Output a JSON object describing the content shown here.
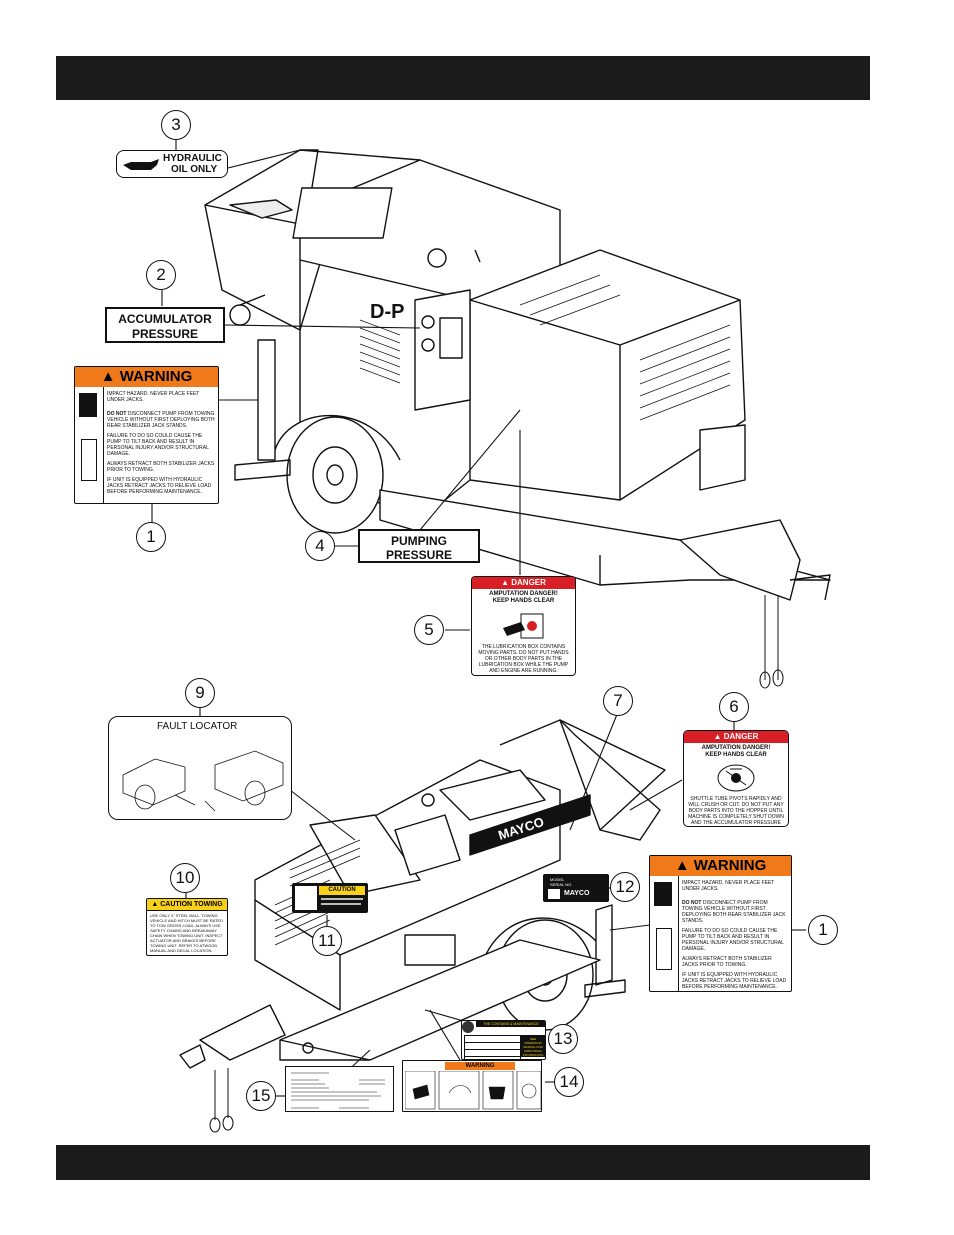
{
  "callouts": {
    "c1a": "1",
    "c1b": "1",
    "c2": "2",
    "c3": "3",
    "c4": "4",
    "c5": "5",
    "c6": "6",
    "c7": "7",
    "c9": "9",
    "c10": "10",
    "c11": "11",
    "c12": "12",
    "c13": "13",
    "c14": "14",
    "c15": "15"
  },
  "hydraulic": {
    "line1": "HYDRAULIC",
    "line2": "OIL ONLY"
  },
  "accumulator": {
    "line1": "ACCUMULATOR",
    "line2": "PRESSURE"
  },
  "pumping": {
    "line1": "PUMPING",
    "line2": "PRESSURE"
  },
  "warning": {
    "header": "WARNING",
    "item1": "IMPACT HAZARD. NEVER PLACE FEET UNDER JACKS.",
    "item2a": "DO NOT",
    "item2b": " DISCONNECT PUMP FROM TOWING VEHICLE WITHOUT FIRST DEPLOYING BOTH REAR STABILIZER JACK STANDS.",
    "item3": "FAILURE TO DO SO COULD CAUSE THE PUMP TO TILT BACK AND RESULT IN PERSONAL INJURY AND/OR STRUCTURAL DAMAGE.",
    "item4": "ALWAYS RETRACT BOTH STABILIZER JACKS PRIOR TO TOWING.",
    "item5": "IF UNIT IS EQUIPPED WITH HYDRAULIC JACKS RETRACT JACKS TO RELIEVE LOAD BEFORE PERFORMING MAINTENANCE."
  },
  "danger5": {
    "header": "DANGER",
    "title1": "AMPUTATION DANGER!",
    "title2": "KEEP HANDS CLEAR",
    "body": "THE LUBRICATION BOX CONTAINS MOVING PARTS. DO NOT PUT HANDS OR OTHER BODY PARTS IN THE LUBRICATION BOX WHILE THE PUMP AND ENGINE ARE RUNNING."
  },
  "danger6": {
    "header": "DANGER",
    "title1": "AMPUTATION DANGER!",
    "title2": "KEEP HANDS CLEAR",
    "body": "SHUTTLE TUBE PIVOTS RAPIDLY AND WILL CRUSH OR CUT. DO NOT PUT ANY BODY PARTS INTO THE HOPPER UNTIL MACHINE IS COMPLETELY SHUT DOWN AND THE ACCUMULATOR PRESSURE GAUGE READS ZERO."
  },
  "fault": {
    "title": "FAULT LOCATOR"
  },
  "caution_towing": {
    "header": "CAUTION TOWING",
    "body": "USE ONLY 2\" STEEL BALL. TOWING VEHICLE AND HITCH MUST BE RATED TO TOW GROSS LOAD. ALWAYS USE SAFETY CHAINS AND BREAKAWAY CHAIN WHEN TOWING UNIT. INSPECT ACTUATOR AND BRAKES BEFORE TOWING UNIT. REFER TO ATWOOD MANUAL AND DECAL LOCATION."
  },
  "caution11": {
    "header": "CAUTION"
  },
  "serial": {
    "model": "MODEL",
    "serial": "SERIAL NO.",
    "brand": "MAYCO"
  },
  "decal13": {
    "header": "THE CONTAINS & MAINTENANCE",
    "side": "SEE OPERATION MANUAL FOR ADDITIONAL INFORMATION"
  },
  "decal14": {
    "header": "WARNING"
  },
  "machine": {
    "brand": "MAYCO",
    "logo": "D-P"
  }
}
